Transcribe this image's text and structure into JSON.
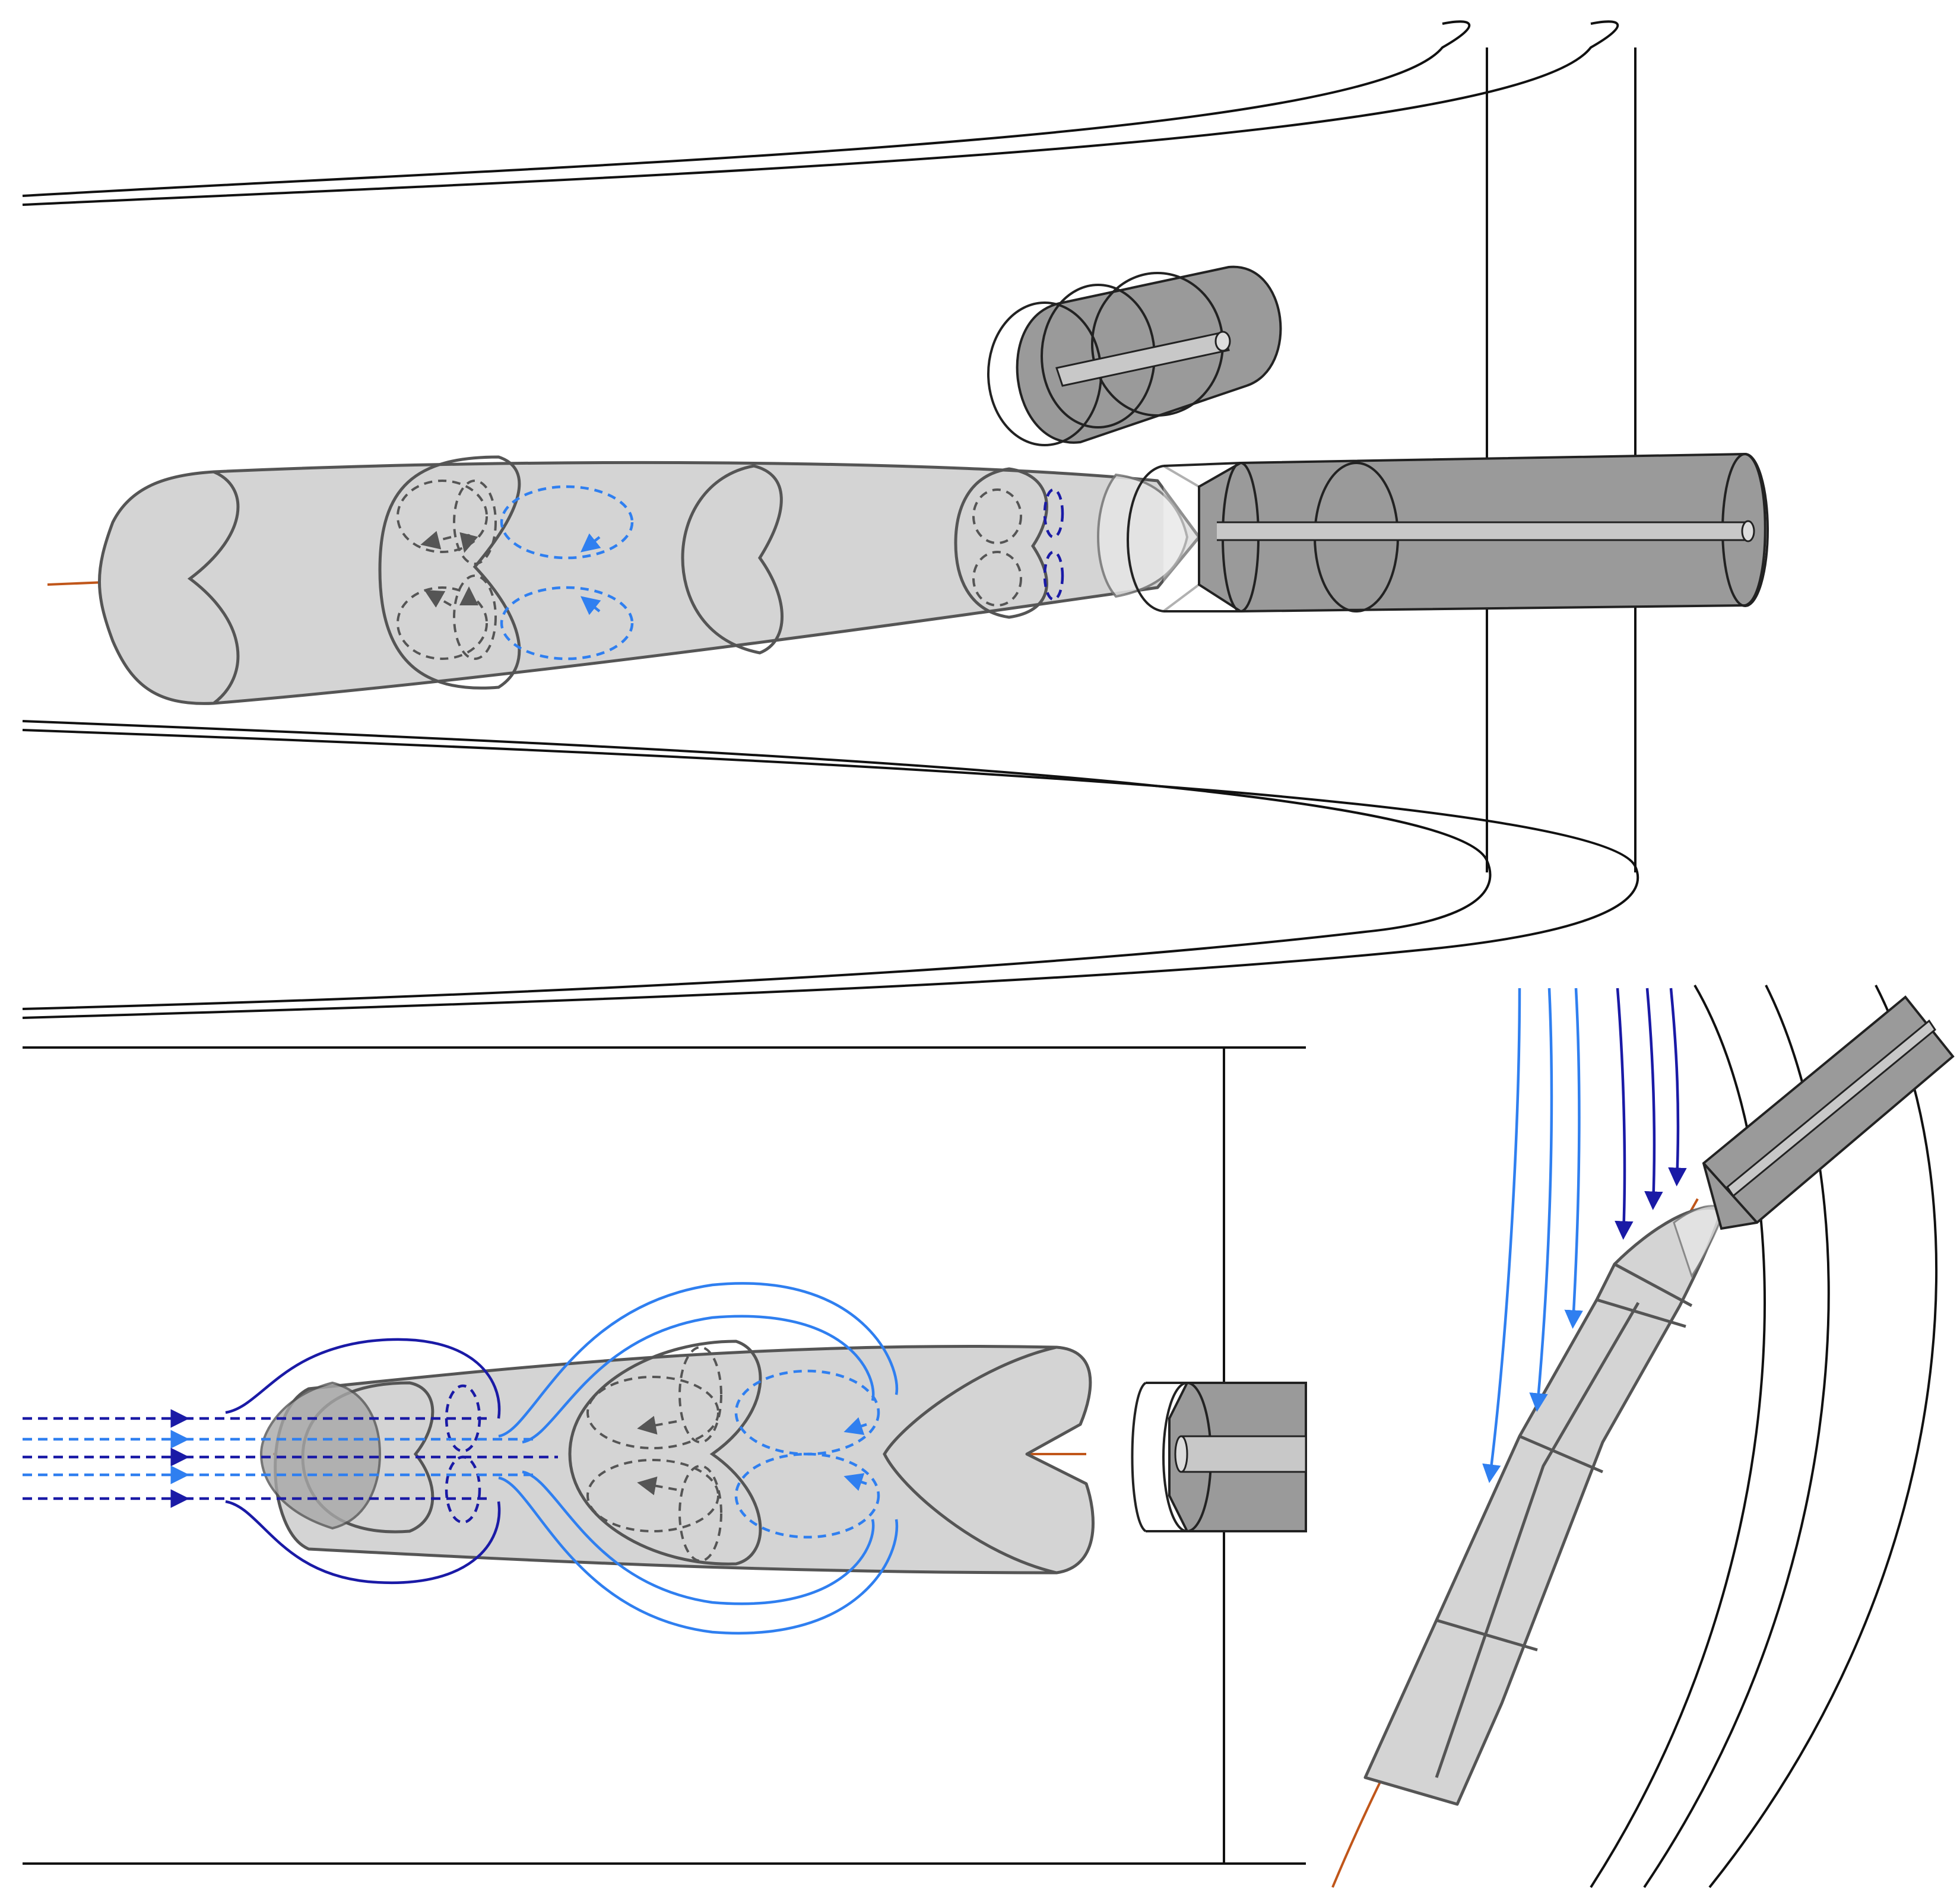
{
  "figure": {
    "panels": [
      "perspective-view",
      "side-view",
      "top-view"
    ],
    "colors": {
      "plume": "#d4d4d4",
      "outline": "#555555",
      "nozzle": "#9a9a9a",
      "trajectory": "#c0561a",
      "flow_light": "#2f7ff0",
      "flow_dark": "#1a1aa6",
      "boundary": "#111111"
    }
  }
}
